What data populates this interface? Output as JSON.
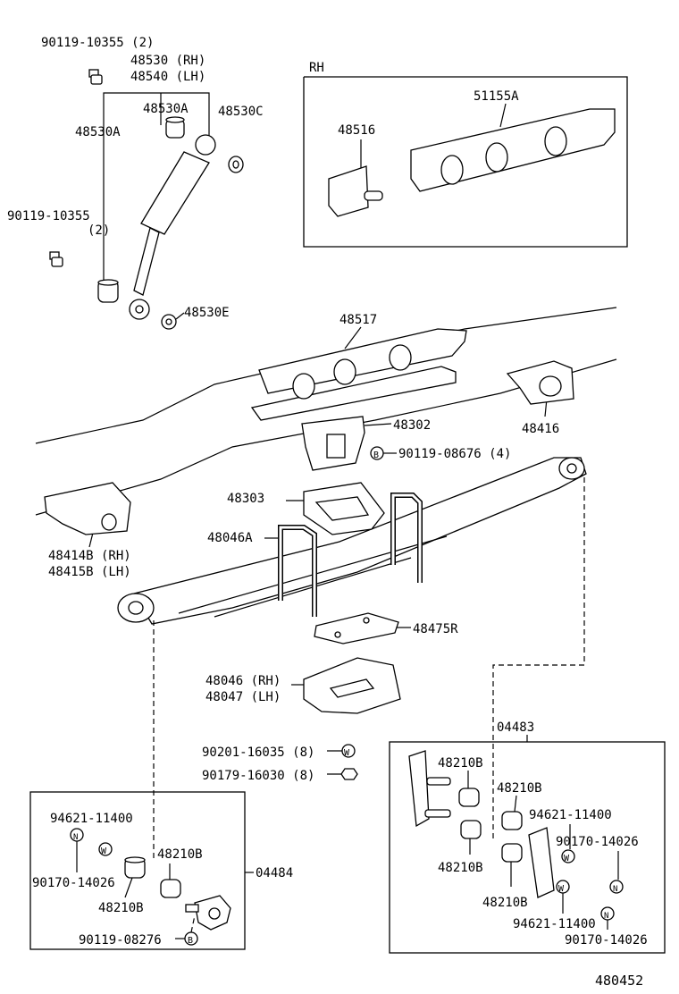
{
  "diagram_id": "480452",
  "labels": {
    "bolt_upper": "90119-10355 (2)",
    "shock_rh": "48530 (RH)",
    "shock_lh": "48540 (LH)",
    "bush_a_top": "48530A",
    "bush_c": "48530C",
    "bush_a_left": "48530A",
    "bolt_lower_1": "90119-10355",
    "bolt_lower_2": "(2)",
    "bush_e": "48530E",
    "rh": "RH",
    "crossmember_rh": "51155A",
    "bracket_rh": "48516",
    "crossmember": "48517",
    "hanger": "48416",
    "seat_upper": "48302",
    "bolt_seat": "90119-08676 (4)",
    "spacer": "48303",
    "ubolt": "48046A",
    "bracket_front_rh": "48414B (RH)",
    "bracket_front_lh": "48415B (LH)",
    "plate": "48475R",
    "seat_lower_rh": "48046 (RH)",
    "seat_lower_lh": "48047 (LH)",
    "washer": "90201-16035 (8)",
    "nut": "90179-16030 (8)",
    "kit_front": "04484",
    "kit_rear": "04483",
    "front_washer": "94621-11400",
    "front_nut": "90170-14026",
    "front_bush_1": "48210B",
    "front_bush_2": "48210B",
    "front_bolt": "90119-08276",
    "rear_bush_1": "48210B",
    "rear_bush_2": "48210B",
    "rear_bush_3": "48210B",
    "rear_bush_4": "48210B",
    "rear_washer_1": "94621-11400",
    "rear_nut_1": "90170-14026",
    "rear_washer_2": "94621-11400",
    "rear_nut_2": "90170-14026"
  },
  "symbols": {
    "washer": "W",
    "bolt": "B",
    "nut": "N"
  }
}
